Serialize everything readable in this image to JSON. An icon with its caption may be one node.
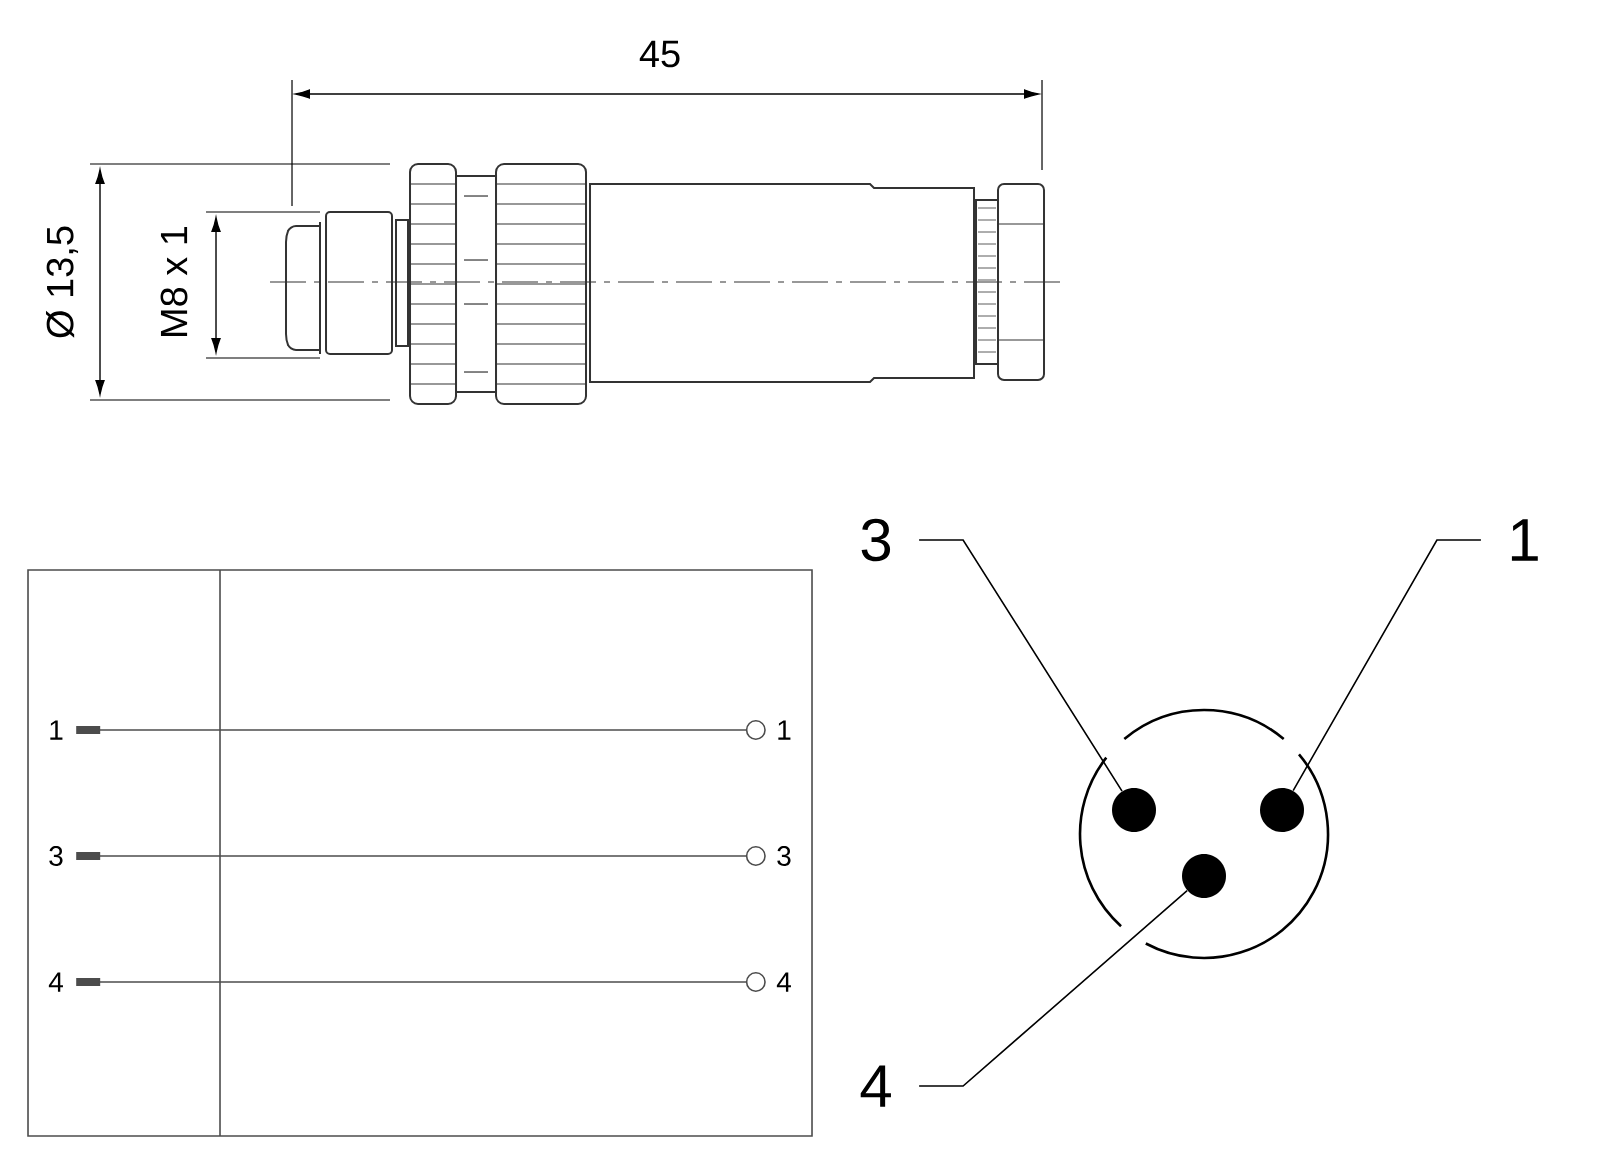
{
  "diagram": {
    "nodes": [
      {
        "text": [
          "1"
        ]
      },
      {
        "text": [
          "3"
        ]
      },
      {
        "text": [
          "4"
        ]
      },
      {
        "text": [
          "1"
        ]
      },
      {
        "text": [
          "3"
        ]
      },
      {
        "text": [
          "4"
        ]
      },
      {
        "text": [
          "3"
        ]
      },
      {
        "text": [
          "1"
        ]
      },
      {
        "text": [
          "4"
        ]
      },
      {
        "text": [],
        "shape": "circle"
      },
      {
        "text": [],
        "shape": "circle"
      },
      {
        "text": [],
        "shape": "circle"
      }
    ],
    "edges": [
      {
        "from": 0,
        "to": 3,
        "arrow": "other"
      },
      {
        "from": 1,
        "to": 4,
        "arrow": "other"
      },
      {
        "from": 2,
        "to": 5,
        "arrow": "other"
      },
      {
        "from": 6,
        "to": 9,
        "arrow": "none"
      },
      {
        "from": 7,
        "to": 11,
        "arrow": "none"
      },
      {
        "from": 8,
        "to": 10,
        "arrow": "none"
      }
    ],
    "labels": [
      "45",
      "Ø 13,5",
      "M8 x 1"
    ]
  }
}
